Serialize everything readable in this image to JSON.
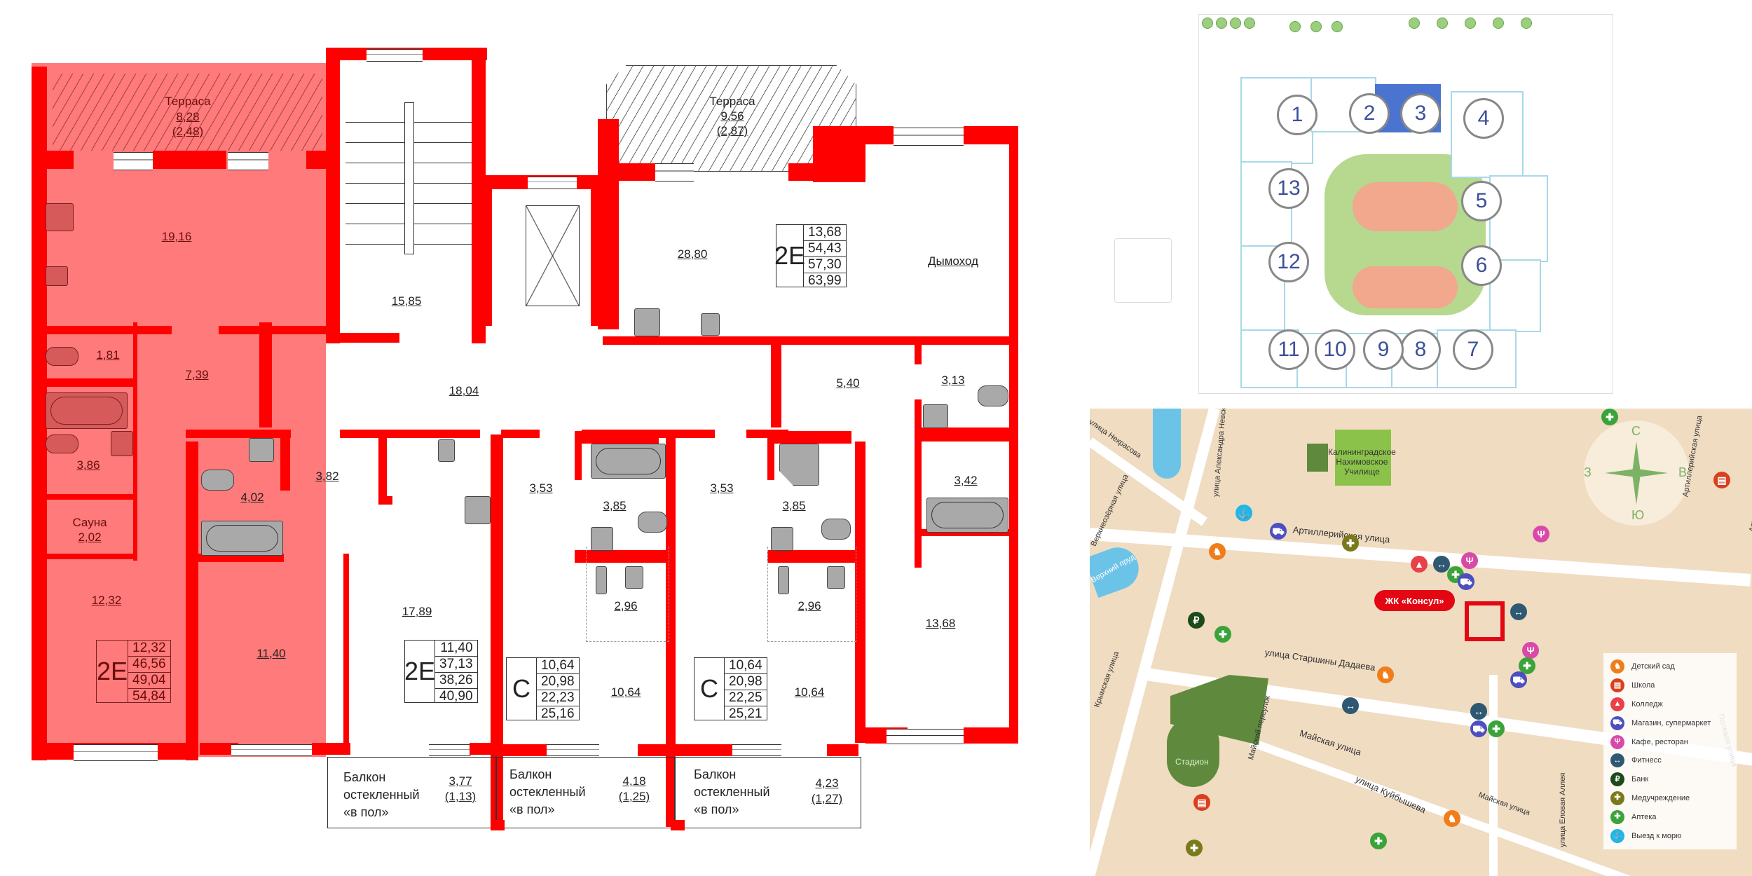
{
  "floor_plan": {
    "highlighted_apartment": {
      "type": "2E",
      "areas": [
        "12,32",
        "46,56",
        "49,04",
        "54,84"
      ],
      "rooms": {
        "terrace_label": "Терраса",
        "terrace_area": "8,28",
        "terrace_coef": "(2,48)",
        "kitchen_living": "19,16",
        "wc": "1,81",
        "hall": "7,39",
        "bath": "3,86",
        "sauna_label": "Сауна",
        "sauna_area": "2,02",
        "bedroom": "12,32"
      },
      "color": "#ff7a7a"
    },
    "stairwell": {
      "area": "15,85"
    },
    "corridor": {
      "area": "18,04"
    },
    "apartment_2e_top": {
      "type": "2E",
      "areas": [
        "13,68",
        "54,43",
        "57,30",
        "63,99"
      ],
      "terrace_label": "Терраса",
      "terrace_area": "9,56",
      "terrace_coef": "(2,87)",
      "kitchen_living": "28,80",
      "chimney_label": "Дымоход",
      "hall": "5,40",
      "wc": "3,13",
      "bath": "3,42",
      "bedroom": "13,68"
    },
    "apartment_2e_middle": {
      "type": "2E",
      "areas": [
        "11,40",
        "37,13",
        "38,26",
        "40,90"
      ],
      "bath": "4,02",
      "hall": "3,82",
      "kitchen_living": "17,89",
      "bedroom": "11,40",
      "balcony_label_1": "Балкон",
      "balcony_label_2": "остекленный",
      "balcony_label_3": "«в пол»",
      "balcony_area": "3,77",
      "balcony_coef": "(1,13)"
    },
    "studio_a": {
      "type": "С",
      "areas": [
        "10,64",
        "20,98",
        "22,23",
        "25,16"
      ],
      "hall": "3,53",
      "bath": "3,85",
      "kitchen": "2,96",
      "room": "10,64",
      "balcony_label_1": "Балкон",
      "balcony_label_2": "остекленный",
      "balcony_label_3": "«в пол»",
      "balcony_area": "4,18",
      "balcony_coef": "(1,25)"
    },
    "studio_b": {
      "type": "С",
      "areas": [
        "10,64",
        "20,98",
        "22,25",
        "25,21"
      ],
      "hall": "3,53",
      "bath": "3,85",
      "kitchen": "2,96",
      "room": "10,64",
      "balcony_label_1": "Балкон",
      "balcony_label_2": "остекленный",
      "balcony_label_3": "«в пол»",
      "balcony_area": "4,23",
      "balcony_coef": "(1,27)"
    },
    "wall_color": "#ff0000"
  },
  "site_plan": {
    "buildings": [
      "1",
      "2",
      "3",
      "4",
      "5",
      "6",
      "7",
      "8",
      "9",
      "10",
      "11",
      "12",
      "13"
    ],
    "selected_building": "3",
    "selected_color": "#4a74d0"
  },
  "map": {
    "complex_badge": "ЖК «Консул»",
    "landmark": [
      "Калининградское",
      "Нахимовское",
      "Училище"
    ],
    "stadium": "Стадион",
    "streets": {
      "nekrasova": "улица Некрасова",
      "nevskogo": "улица Александра Невского",
      "verkhneozernaya": "Верхнеозёрная улица",
      "pond": "Верхний пруд",
      "artilleriyskaya": "Артиллерийская улица",
      "artilleriyskaya_v1": "Артиллерийская улица",
      "artilleriyskaya_v2": "Артиллерийская улица",
      "starshiny": "улица Старшины Дадаева",
      "mayskaya": "Майская улица",
      "mayskaya2": "Майская улица",
      "mayskiy_per": "Майский переулок",
      "kuybysheva": "улица Куйбышева",
      "elovaya": "улица Еловая Аллея",
      "polevaya": "Полевая улица",
      "krymskaya": "Крымская улица"
    },
    "compass": {
      "n": "С",
      "s": "Ю",
      "w": "З",
      "e": "В"
    },
    "legend": [
      {
        "icon": "horse-icon",
        "label": "Детский сад",
        "color": "#f07d1a",
        "glyph": "♞"
      },
      {
        "icon": "book-icon",
        "label": "Школа",
        "color": "#d9401d",
        "glyph": "▤"
      },
      {
        "icon": "graduation-cap-icon",
        "label": "Колледж",
        "color": "#e8414a",
        "glyph": "▲"
      },
      {
        "icon": "cart-icon",
        "label": "Магазин, супермаркет",
        "color": "#4b4fbf",
        "glyph": "⛟"
      },
      {
        "icon": "fork-knife-icon",
        "label": "Кафе, ресторан",
        "color": "#d94aa8",
        "glyph": "Ψ"
      },
      {
        "icon": "dumbbell-icon",
        "label": "Фитнесс",
        "color": "#2f5873",
        "glyph": "↔"
      },
      {
        "icon": "ruble-icon",
        "label": "Банк",
        "color": "#1e4a1a",
        "glyph": "₽"
      },
      {
        "icon": "medkit-icon",
        "label": "Медучреждение",
        "color": "#7a7a1c",
        "glyph": "✚"
      },
      {
        "icon": "pharmacy-cross-icon",
        "label": "Аптека",
        "color": "#3aa33a",
        "glyph": "✚"
      },
      {
        "icon": "anchor-icon",
        "label": "Выезд к морю",
        "color": "#20b6e8",
        "glyph": "⚓"
      }
    ],
    "background_color": "#f0dcc1"
  }
}
